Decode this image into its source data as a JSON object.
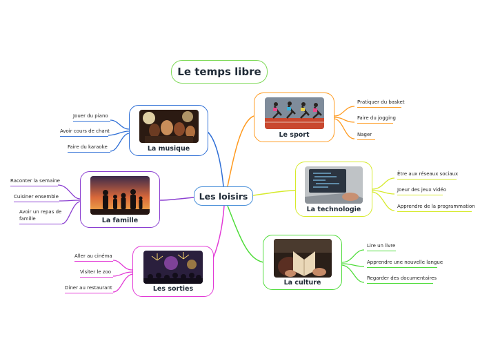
{
  "title": "Le temps libre",
  "center": "Les loisirs",
  "colors": {
    "title": "#7ed957",
    "center": "#4a90d9",
    "musique": "#2f6fd6",
    "famille": "#8b3fd1",
    "sorties": "#e23ad6",
    "sport": "#ff9a1f",
    "technologie": "#d6ea2a",
    "culture": "#4fdc3a"
  },
  "topics": {
    "musique": {
      "label": "La musique",
      "icon": "concert-photo",
      "items": [
        "Jouer du piano",
        "Avoir cours de chant",
        "Faire du karaoke"
      ]
    },
    "famille": {
      "label": "La famille",
      "icon": "family-sunset-photo",
      "items": [
        "Raconter la semaine",
        "Cuisiner ensemble",
        "Avoir un repas de famille"
      ]
    },
    "sorties": {
      "label": "Les sorties",
      "icon": "crowd-fireworks-photo",
      "items": [
        "Aller au cinéma",
        "Visiter le zoo",
        "Diner au restaurant"
      ]
    },
    "sport": {
      "label": "Le sport",
      "icon": "runners-photo",
      "items": [
        "Pratiquer du basket",
        "Faire du jogging",
        "Nager"
      ]
    },
    "technologie": {
      "label": "La technologie",
      "icon": "laptop-photo",
      "items": [
        "Être aux réseaux sociaux",
        "Joeur des jeux vidéo",
        "Apprendre de la programmation"
      ]
    },
    "culture": {
      "label": "La culture",
      "icon": "reading-book-photo",
      "items": [
        "Lire un livre",
        "Apprendre une nouvelle langue",
        "Regarder des documentaires"
      ]
    }
  }
}
